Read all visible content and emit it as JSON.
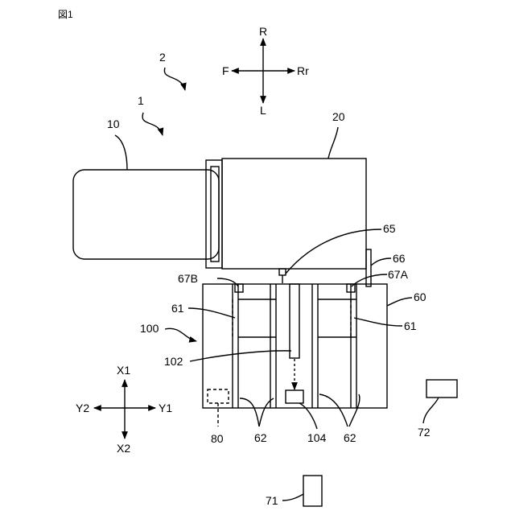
{
  "figure": {
    "title": "図1",
    "compass": {
      "up": "R",
      "down": "L",
      "left": "F",
      "right": "Rr"
    },
    "axes": {
      "up": "X1",
      "down": "X2",
      "left": "Y2",
      "right": "Y1"
    },
    "labels": {
      "ref_2": "2",
      "ref_1": "1",
      "ref_10": "10",
      "ref_20": "20",
      "ref_65": "65",
      "ref_66": "66",
      "ref_67A": "67A",
      "ref_67B": "67B",
      "ref_60": "60",
      "ref_61_left": "61",
      "ref_61_right": "61",
      "ref_100": "100",
      "ref_102": "102",
      "ref_80": "80",
      "ref_62_left": "62",
      "ref_104": "104",
      "ref_62_right": "62",
      "ref_72": "72",
      "ref_71": "71"
    }
  }
}
